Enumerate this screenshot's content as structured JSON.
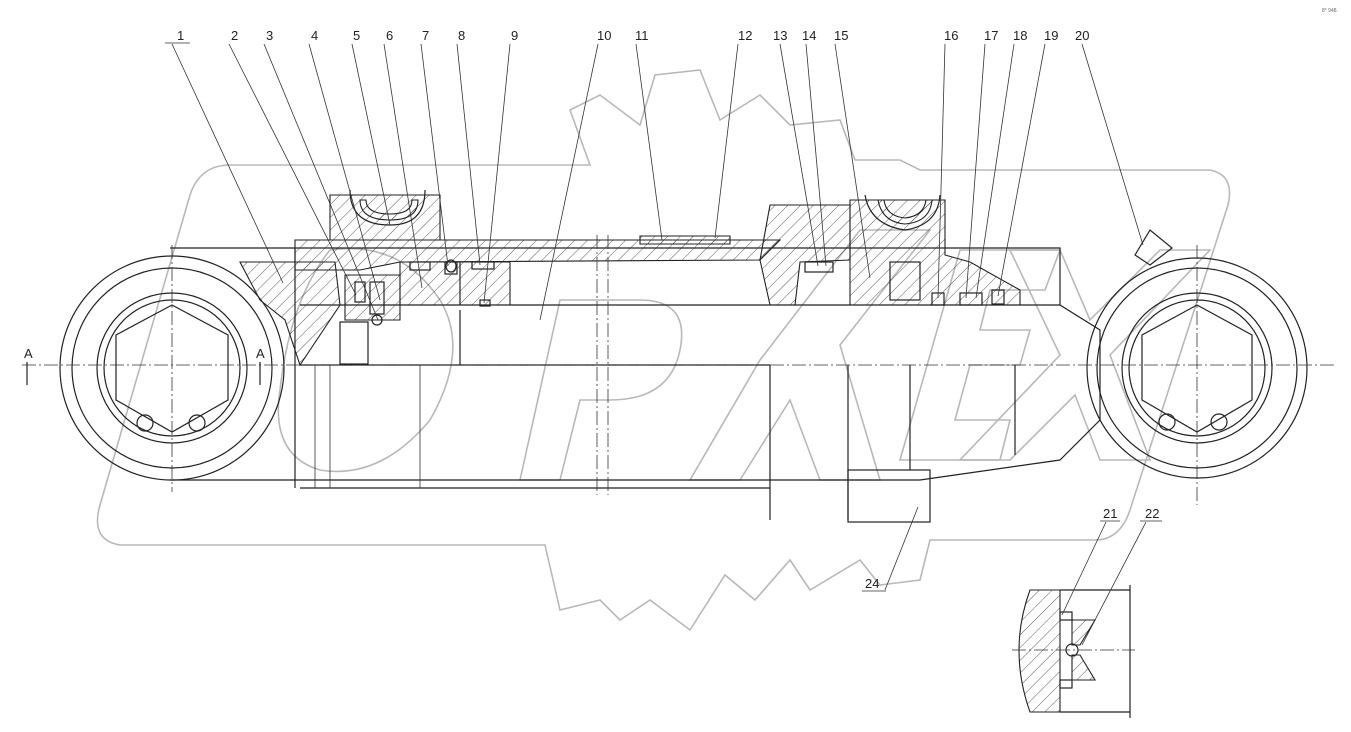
{
  "callouts": [
    "1",
    "2",
    "3",
    "4",
    "5",
    "6",
    "7",
    "8",
    "9",
    "10",
    "11",
    "12",
    "13",
    "14",
    "15",
    "16",
    "17",
    "18",
    "19",
    "20",
    "21",
    "22",
    "24"
  ],
  "section_labels": [
    "A",
    "A"
  ],
  "corner_stamp": "8° 948.",
  "watermark": "OPEX",
  "colors": {
    "line": "#222222",
    "watermark": "#b8b8b8",
    "background": "#ffffff"
  }
}
